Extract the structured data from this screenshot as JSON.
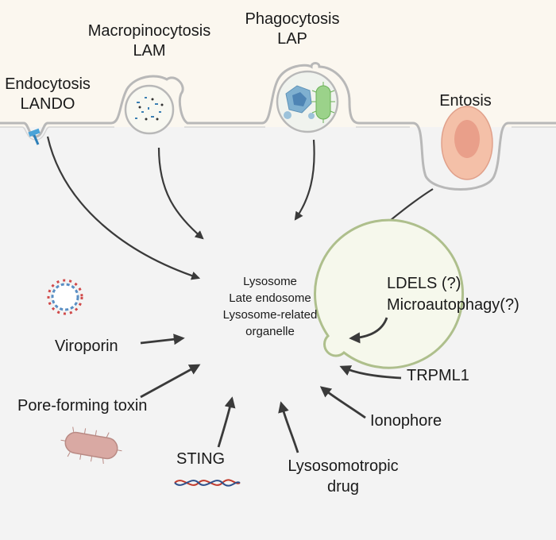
{
  "pathways": {
    "endocytosis": [
      "Endocytosis",
      "LANDO"
    ],
    "macropinocytosis": [
      "Macropinocytosis",
      "LAM"
    ],
    "phagocytosis": [
      "Phagocytosis",
      "LAP"
    ],
    "entosis": "Entosis"
  },
  "lysosome": {
    "line1": "Lysosome",
    "line2": "Late endosome",
    "line3": "Lysosome-related",
    "line4": "organelle"
  },
  "damage": {
    "ldels": "LDELS (?)",
    "microautophagy": "Microautophagy(?)",
    "viroporin": "Viroporin",
    "trpml1": "TRPML1",
    "pore_toxin": "Pore-forming toxin",
    "ionophore": "Ionophore",
    "sting": "STING",
    "lysosomotropic": [
      "Lysosomotropic",
      "drug"
    ]
  },
  "colors": {
    "background_top": "#fbf7ef",
    "cytoplasm": "#f3f3f3",
    "membrane": "#b8b8b8",
    "lysosome_fill": "#f6f8ec",
    "lysosome_stroke": "#aebf8c",
    "arrow": "#3a3a3a",
    "entosis_cell": "#f4c0a8"
  }
}
